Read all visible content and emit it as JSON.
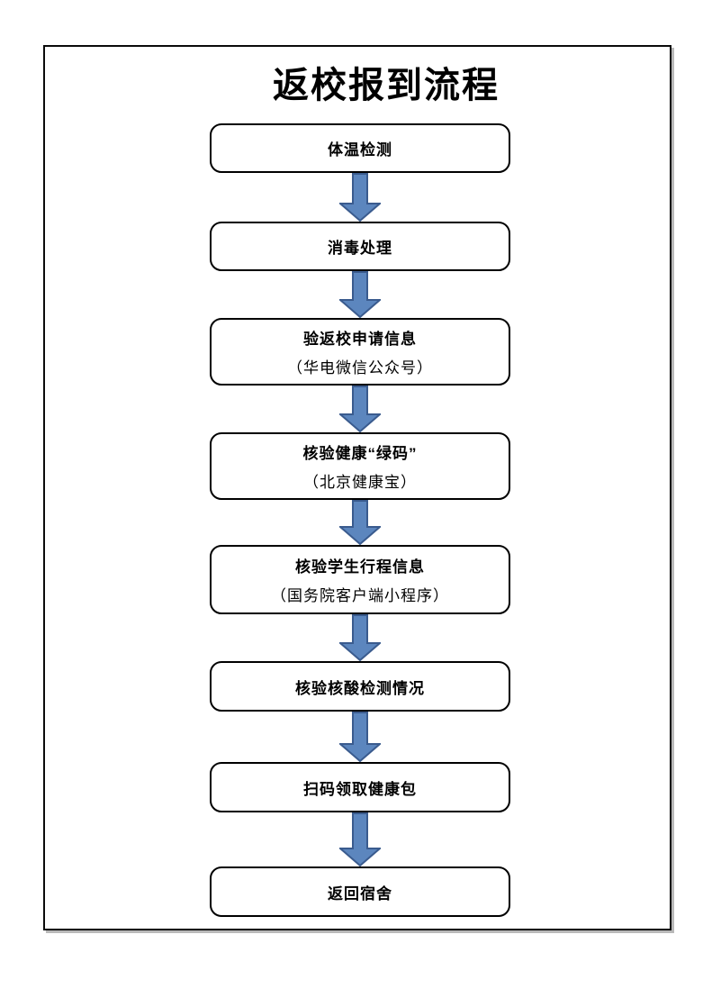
{
  "page": {
    "title": "返校报到流程"
  },
  "flow": {
    "steps": [
      {
        "label": "体温检测",
        "sublabel": ""
      },
      {
        "label": "消毒处理",
        "sublabel": ""
      },
      {
        "label": "验返校申请信息",
        "sublabel": "（华电微信公众号）"
      },
      {
        "label": "核验健康“绿码”",
        "sublabel": "（北京健康宝）"
      },
      {
        "label": "核验学生行程信息",
        "sublabel": "（国务院客户端小程序）"
      },
      {
        "label": "核验核酸检测情况",
        "sublabel": ""
      },
      {
        "label": "扫码领取健康包",
        "sublabel": ""
      },
      {
        "label": "返回宿舍",
        "sublabel": ""
      }
    ],
    "arrow_fill": "#5C86BE",
    "arrow_stroke": "#3A5B8E",
    "border_color": "#000000",
    "background_color": "#FFFFFF"
  }
}
